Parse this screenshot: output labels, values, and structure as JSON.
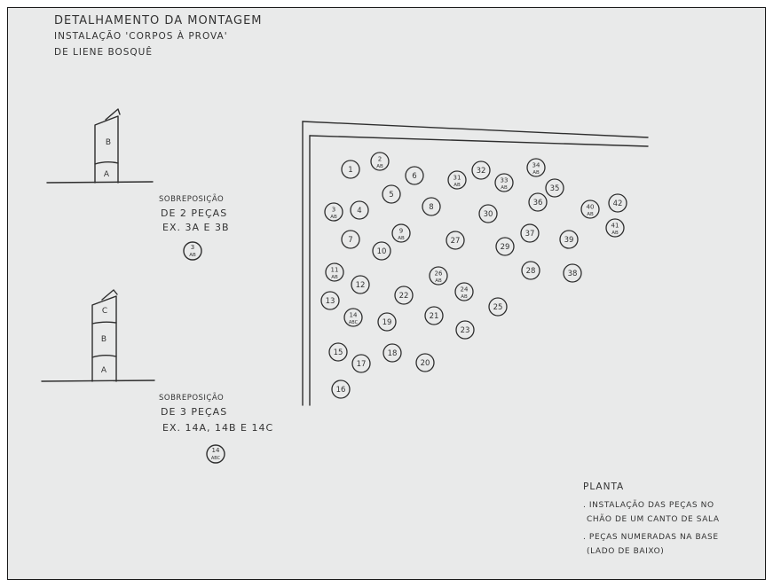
{
  "header": {
    "title": "Detalhamento da Montagem",
    "line2": "Instalação 'Corpos à Prova'",
    "line3": "de Liene Bosquê"
  },
  "detail_two": {
    "piece_labels": [
      "A",
      "B"
    ],
    "note_line1": "Sobreposição",
    "note_line2": "de 2 peças",
    "note_line3": "ex. 3A e 3B",
    "example_number": "3",
    "example_sub": "AB"
  },
  "detail_three": {
    "piece_labels": [
      "A",
      "B",
      "C"
    ],
    "note_line1": "Sobreposição",
    "note_line2": "de 3 peças",
    "note_line3": "ex. 14A, 14B e 14C",
    "example_number": "14",
    "example_sub": "ABC"
  },
  "plan": {
    "pieces": [
      {
        "n": "1"
      },
      {
        "n": "2",
        "sub": "AB"
      },
      {
        "n": "6"
      },
      {
        "n": "31",
        "sub": "AB"
      },
      {
        "n": "32"
      },
      {
        "n": "33",
        "sub": "AB"
      },
      {
        "n": "34",
        "sub": "AB"
      },
      {
        "n": "35"
      },
      {
        "n": "5"
      },
      {
        "n": "3",
        "sub": "AB"
      },
      {
        "n": "4"
      },
      {
        "n": "8"
      },
      {
        "n": "30"
      },
      {
        "n": "36"
      },
      {
        "n": "40",
        "sub": "AB"
      },
      {
        "n": "42"
      },
      {
        "n": "41",
        "sub": "AB"
      },
      {
        "n": "9",
        "sub": "AB"
      },
      {
        "n": "7"
      },
      {
        "n": "10"
      },
      {
        "n": "27"
      },
      {
        "n": "29"
      },
      {
        "n": "37"
      },
      {
        "n": "39"
      },
      {
        "n": "11",
        "sub": "AB"
      },
      {
        "n": "26",
        "sub": "AB"
      },
      {
        "n": "28"
      },
      {
        "n": "38"
      },
      {
        "n": "12"
      },
      {
        "n": "24",
        "sub": "AB"
      },
      {
        "n": "22"
      },
      {
        "n": "13"
      },
      {
        "n": "25"
      },
      {
        "n": "14",
        "sub": "ABC"
      },
      {
        "n": "19"
      },
      {
        "n": "21"
      },
      {
        "n": "23"
      },
      {
        "n": "15"
      },
      {
        "n": "18"
      },
      {
        "n": "17"
      },
      {
        "n": "20"
      },
      {
        "n": "16"
      }
    ]
  },
  "legend": {
    "title": "Planta",
    "bullet1_line1": ". Instalação das peças no",
    "bullet1_line2": "chão de um canto de sala",
    "bullet2_line1": ". Peças numeradas na base",
    "bullet2_line2": "(lado de baixo)"
  },
  "colors": {
    "paper": "#e9eaea",
    "ink": "#333333"
  }
}
